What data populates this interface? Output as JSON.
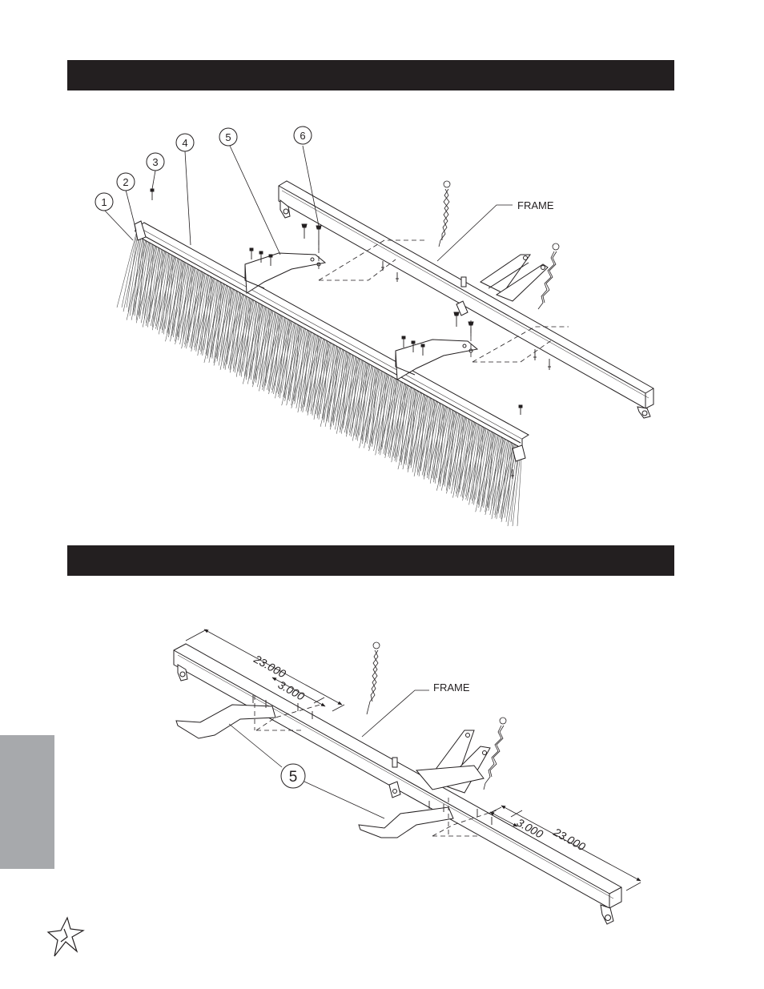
{
  "diagram_top": {
    "callouts": [
      "1",
      "2",
      "3",
      "4",
      "5",
      "6"
    ],
    "frame_label": "FRAME"
  },
  "diagram_bottom": {
    "callout": "5",
    "frame_label": "FRAME",
    "dimensions": {
      "left_long": "23.000",
      "left_short": "3.000",
      "right_short": "3.000",
      "right_long": "23.000"
    }
  },
  "colors": {
    "header_bar": "#231f20",
    "side_tab": "#a7a9ac",
    "line": "#231f20"
  },
  "icons": {
    "logo": "starburst-logo-icon"
  }
}
